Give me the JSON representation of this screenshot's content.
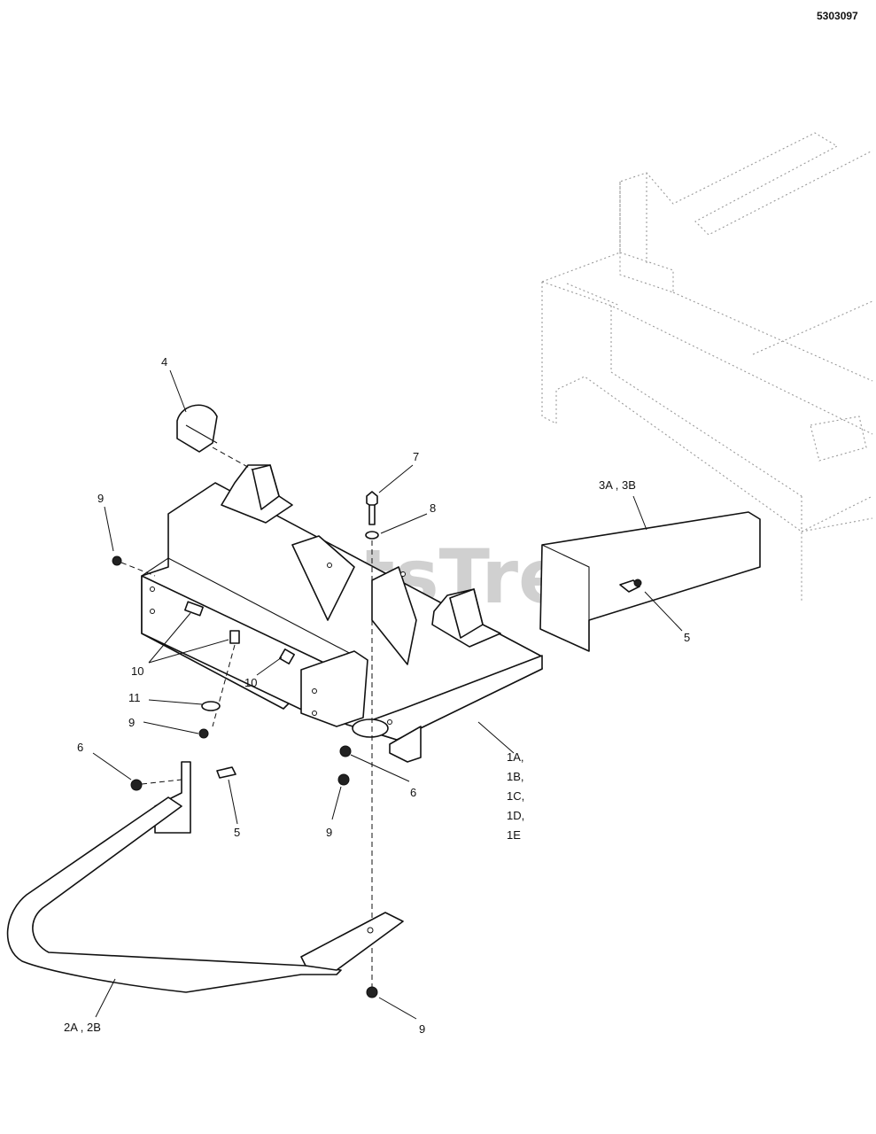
{
  "document_number": "5303097",
  "watermark": "PartsTree",
  "callouts": [
    {
      "id": "label-4",
      "text": "4"
    },
    {
      "id": "label-7",
      "text": "7"
    },
    {
      "id": "label-8",
      "text": "8"
    },
    {
      "id": "label-9-left",
      "text": "9"
    },
    {
      "id": "label-3a-3b",
      "text": "3A , 3B"
    },
    {
      "id": "label-5-right",
      "text": "5"
    },
    {
      "id": "label-10-left",
      "text": "10"
    },
    {
      "id": "label-10-mid",
      "text": "10"
    },
    {
      "id": "label-11",
      "text": "11"
    },
    {
      "id": "label-9-mid",
      "text": "9"
    },
    {
      "id": "label-6-left",
      "text": "6"
    },
    {
      "id": "label-5-left",
      "text": "5"
    },
    {
      "id": "label-6-right",
      "text": "6"
    },
    {
      "id": "label-9-center",
      "text": "9"
    },
    {
      "id": "label-1a",
      "text": "1A,"
    },
    {
      "id": "label-1b",
      "text": "1B,"
    },
    {
      "id": "label-1c",
      "text": "1C,"
    },
    {
      "id": "label-1d",
      "text": "1D,"
    },
    {
      "id": "label-1e",
      "text": "1E"
    },
    {
      "id": "label-2a-2b",
      "text": "2A , 2B"
    },
    {
      "id": "label-9-bottom",
      "text": "9"
    }
  ]
}
